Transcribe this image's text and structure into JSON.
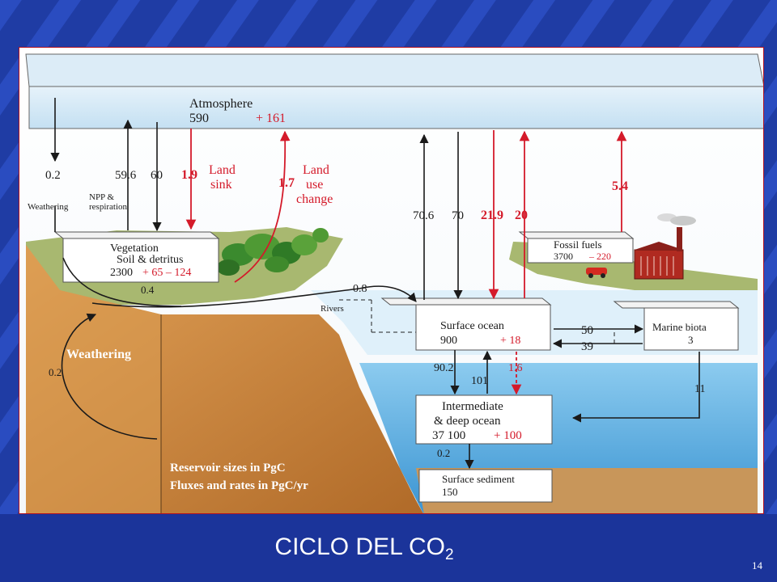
{
  "slide": {
    "title_main": "CICLO DEL CO",
    "title_sub": "2",
    "page_number": "14"
  },
  "reservoirs": {
    "atmosphere": {
      "label": "Atmosphere",
      "size": "590",
      "change": "+ 161"
    },
    "vegetation": {
      "line1": "Vegetation",
      "line2": "Soil & detritus",
      "size": "2300",
      "change": "+ 65 – 124"
    },
    "fossil_fuels": {
      "label": "Fossil fuels",
      "size": "3700",
      "change": "– 220"
    },
    "surface_ocean": {
      "label": "Surface ocean",
      "size": "900",
      "change": "+ 18"
    },
    "marine_biota": {
      "label": "Marine biota",
      "size": "3"
    },
    "deep_ocean": {
      "line1": "Intermediate",
      "line2": "& deep ocean",
      "size": "37 100",
      "change": "+ 100"
    },
    "sediment": {
      "label": "Surface sediment",
      "size": "150"
    }
  },
  "fluxes": {
    "weathering_down": "0.2",
    "weathering_label": "Weathering",
    "npp_up": "59.6",
    "respiration_down": "60",
    "npp_label_1": "NPP &",
    "npp_label_2": "respiration",
    "land_sink": "1.9",
    "land_sink_label_1": "Land",
    "land_sink_label_2": "sink",
    "land_use": "1.7",
    "land_use_label_1": "Land",
    "land_use_label_2": "use",
    "land_use_label_3": "change",
    "ocean_up": "70.6",
    "ocean_down": "70",
    "anthro_ocean_down": "21.9",
    "anthro_ocean_up": "20",
    "fossil_emission": "5.4",
    "rivers_label": "Rivers",
    "rivers_flux": "0.8",
    "small_flux_04": "0.4",
    "biota_in": "50",
    "biota_out": "39",
    "biota_sink": "11",
    "downwelling": "90.2",
    "upwelling": "101",
    "anthro_deep": "1.6",
    "sediment_flux": "0.2",
    "rock_weathering_label": "Weathering",
    "rock_weathering": "0.2"
  },
  "legend": {
    "line1": "Reservoir sizes in PgC",
    "line2": "Fluxes and rates in PgC/yr"
  },
  "colors": {
    "natural_flux": "#1a1a1a",
    "anthropogenic_flux": "#d41a2a",
    "ocean": "#4a9fd6",
    "land": "#c8823c",
    "background": "#1e3aa0"
  }
}
